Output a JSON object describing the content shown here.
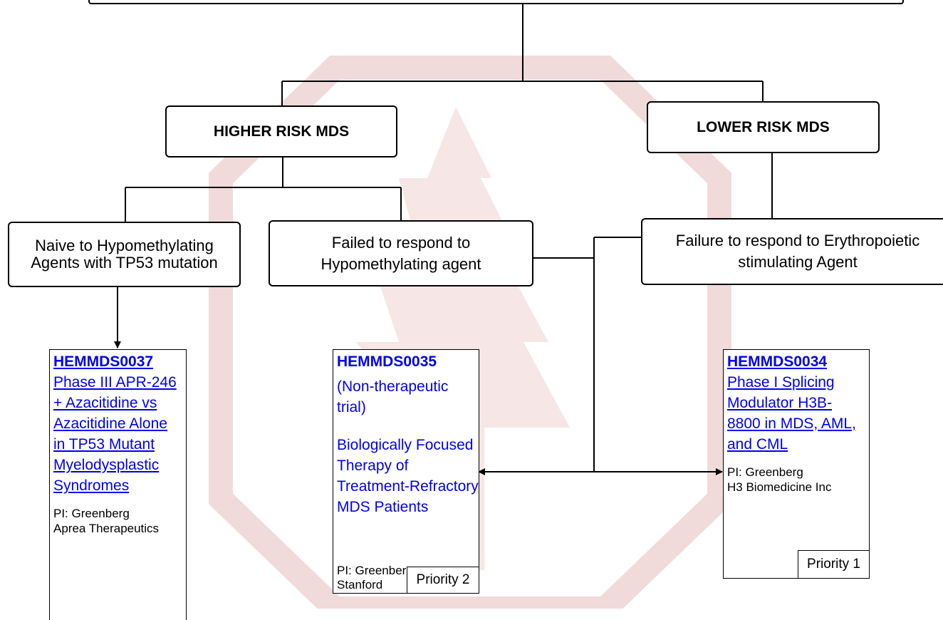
{
  "risk": {
    "higher": "HIGHER RISK MDS",
    "lower": "LOWER RISK MDS"
  },
  "categories": {
    "naive": "Naive to Hypomethylating Agents with TP53 mutation",
    "failed_hma": "Failed to respond to Hypomethylating agent",
    "failed_esa": "Failure to respond to Erythropoietic stimulating Agent"
  },
  "trials": {
    "t37": {
      "code": "HEMMDS0037",
      "title": "Phase III APR-246 + Azacitidine vs Azacitidine Alone in TP53 Mutant Myelodysplastic Syndromes",
      "pi": "PI: Greenberg",
      "sponsor": "Aprea Therapeutics"
    },
    "t35": {
      "code": "HEMMDS0035",
      "note": "(Non-therapeutic trial)",
      "title": "Biologically Focused Therapy of Treatment-Refractory MDS Patients",
      "pi": "PI: Greenberg",
      "sponsor": "Stanford",
      "priority": "Priority 2"
    },
    "t34": {
      "code": "HEMMDS0034",
      "title": "Phase I Splicing Modulator H3B-8800 in MDS, AML, and CML",
      "pi": "PI: Greenberg",
      "sponsor": "H3 Biomedicine Inc",
      "priority": "Priority 1"
    }
  },
  "colors": {
    "link": "#0000ee",
    "watermark": "#f3e4e4",
    "line": "#000000"
  }
}
